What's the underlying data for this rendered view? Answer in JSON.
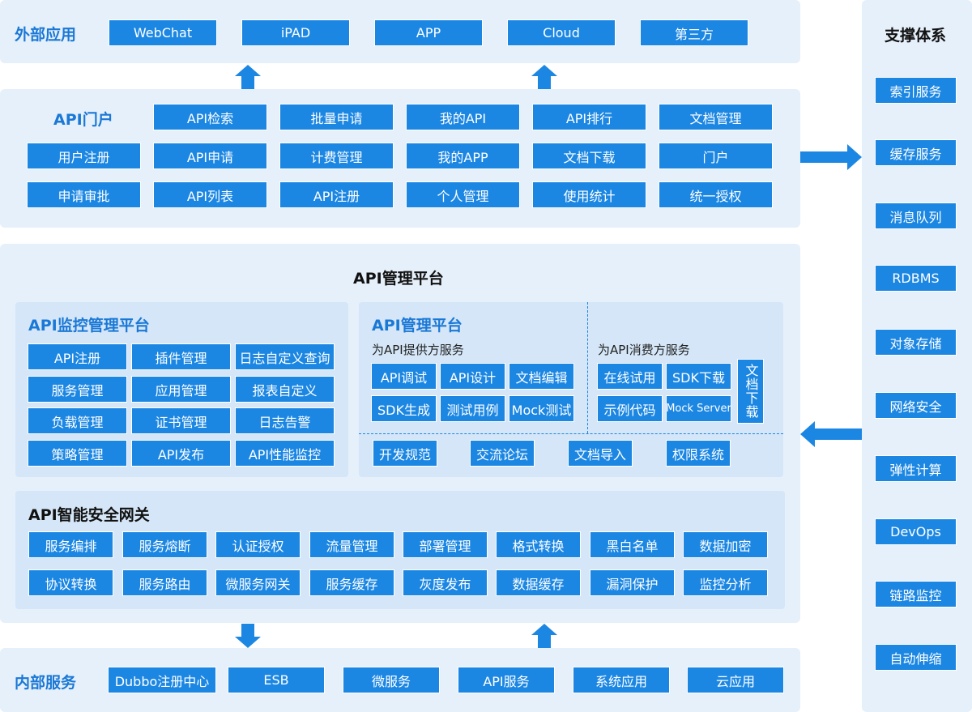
{
  "external": {
    "title": "外部应用",
    "items": [
      "WebChat",
      "iPAD",
      "APP",
      "Cloud",
      "第三方"
    ]
  },
  "portal": {
    "title": "API门户",
    "row1": [
      "API检索",
      "批量申请",
      "我的API",
      "API排行",
      "文档管理"
    ],
    "row2": [
      "用户注册",
      "API申请",
      "计费管理",
      "我的APP",
      "文档下载",
      "门户"
    ],
    "row3": [
      "申请审批",
      "API列表",
      "API注册",
      "个人管理",
      "使用统计",
      "统一授权"
    ]
  },
  "platform": {
    "title": "API管理平台",
    "monitor": {
      "title": "API监控管理平台",
      "items": [
        "API注册",
        "插件管理",
        "日志自定义查询",
        "服务管理",
        "应用管理",
        "报表自定义",
        "负载管理",
        "证书管理",
        "日志告警",
        "策略管理",
        "API发布",
        "API性能监控"
      ]
    },
    "mgmt": {
      "title": "API管理平台",
      "provider_label": "为API提供方服务",
      "provider_items": [
        "API调试",
        "API设计",
        "文档编辑",
        "SDK生成",
        "测试用例",
        "Mock测试"
      ],
      "consumer_label": "为API消费方服务",
      "consumer_items": [
        "在线试用",
        "SDK下载",
        "示例代码",
        "Mock Server"
      ],
      "doc_download": "文档下载",
      "bottom_items": [
        "开发规范",
        "交流论坛",
        "文档导入",
        "权限系统"
      ]
    },
    "gateway": {
      "title": "API智能安全网关",
      "row1": [
        "服务编排",
        "服务熔断",
        "认证授权",
        "流量管理",
        "部署管理",
        "格式转换",
        "黑白名单",
        "数据加密"
      ],
      "row2": [
        "协议转换",
        "服务路由",
        "微服务网关",
        "服务缓存",
        "灰度发布",
        "数据缓存",
        "漏洞保护",
        "监控分析"
      ]
    }
  },
  "internal": {
    "title": "内部服务",
    "items": [
      "Dubbo注册中心",
      "ESB",
      "微服务",
      "API服务",
      "系统应用",
      "云应用"
    ]
  },
  "support": {
    "title": "支撑体系",
    "items": [
      "索引服务",
      "缓存服务",
      "消息队列",
      "RDBMS",
      "对象存储",
      "网络安全",
      "弹性计算",
      "DevOps",
      "链路监控",
      "自动伸缩"
    ]
  },
  "colors": {
    "accent": "#1c87e3",
    "panel": "#e6f0fa",
    "inner": "#d4e6f7",
    "title": "#1a78d6"
  },
  "icons": [
    "arrow-up-icon",
    "arrow-down-icon",
    "arrow-right-icon",
    "arrow-left-icon"
  ]
}
